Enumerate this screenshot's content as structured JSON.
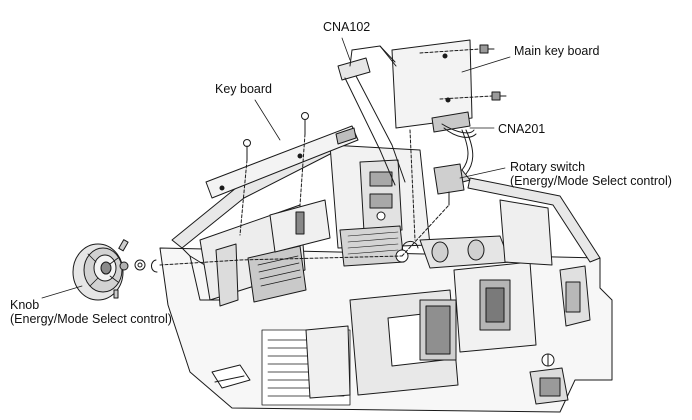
{
  "labels": {
    "cna102": "CNA102",
    "main_key_board": "Main key board",
    "key_board": "Key board",
    "cna201": "CNA201",
    "rotary_switch": "Rotary switch",
    "rotary_switch_sub": "(Energy/Mode Select control)",
    "knob": "Knob",
    "knob_sub": "(Energy/Mode Select control)"
  },
  "colors": {
    "line": "#1a1a1a",
    "fill_light": "#f4f4f4",
    "fill_mid": "#d9d9d9",
    "fill_dark": "#8a8a8a"
  }
}
